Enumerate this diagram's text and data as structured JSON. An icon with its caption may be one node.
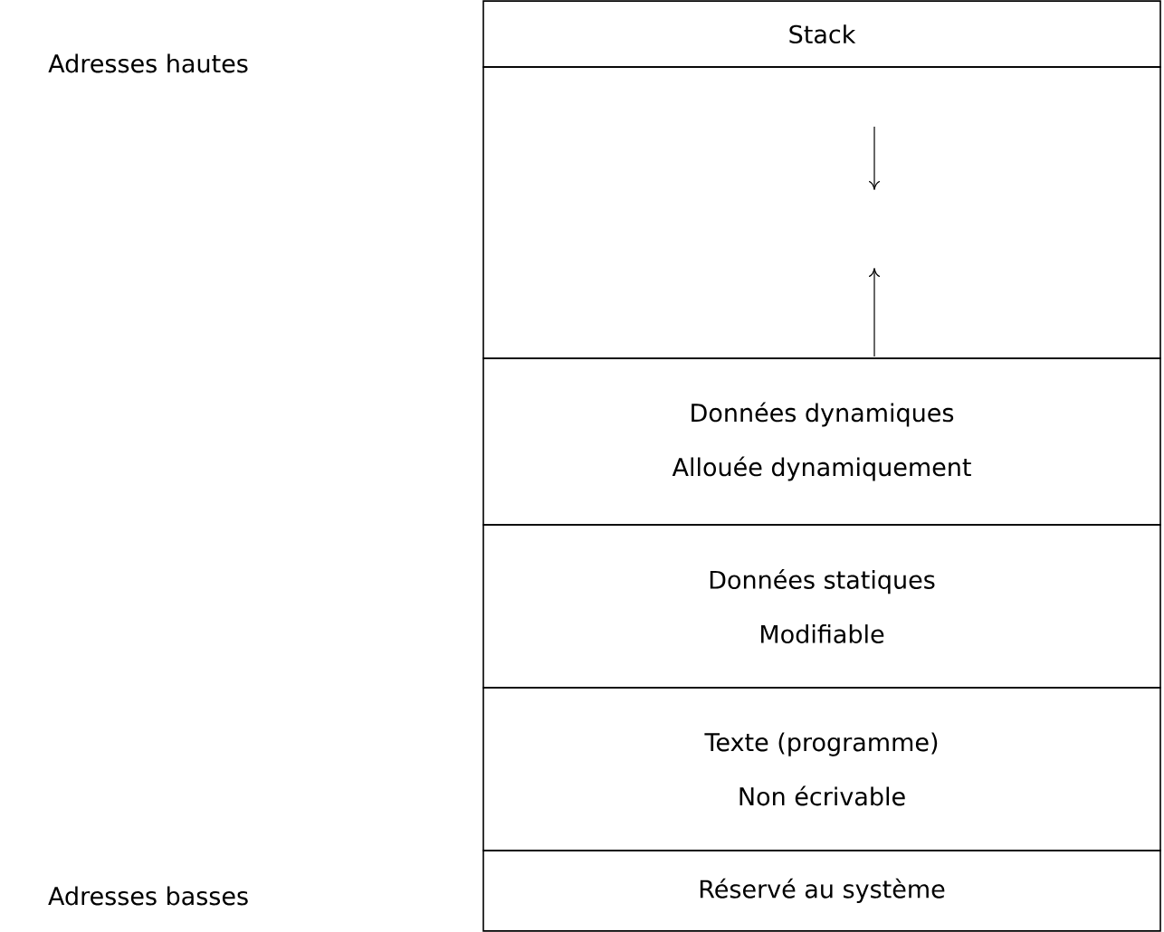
{
  "diagram": {
    "nodes": [
      {
        "text": [
          "Stack"
        ]
      },
      {
        "text": [],
        "shape": "box"
      },
      {
        "text": [
          "Données dynamiques",
          "Allouée dynamiquement"
        ]
      },
      {
        "text": [
          "Données statiques",
          "Modifiable"
        ]
      },
      {
        "text": [
          "Texte (programme)",
          "Non écrivable"
        ]
      },
      {
        "text": [
          "Réservé au système"
        ]
      }
    ],
    "labels": [
      "Adresses hautes",
      "Adresses basses"
    ]
  }
}
